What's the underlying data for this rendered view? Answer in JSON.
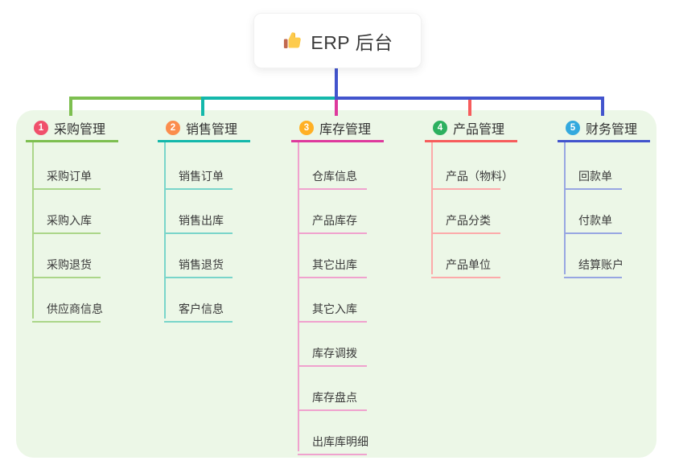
{
  "root": {
    "title": "ERP 后台",
    "icon": "thumbs-up-icon"
  },
  "theme": {
    "canvas_background": "#ffffff",
    "panel_background": "#ecf7e7",
    "trunk_color": "#4254cd",
    "text_color": "#3a3a3a"
  },
  "branches": [
    {
      "index": "1",
      "label": "采购管理",
      "badge_color": "#f0506b",
      "line_color": "#7dbf50",
      "child_line_color": "#abd689",
      "children": [
        "采购订单",
        "采购入库",
        "采购退货",
        "供应商信息"
      ]
    },
    {
      "index": "2",
      "label": "销售管理",
      "badge_color": "#fb8d4d",
      "line_color": "#14b8ab",
      "child_line_color": "#79d5ca",
      "children": [
        "销售订单",
        "销售出库",
        "销售退货",
        "客户信息"
      ]
    },
    {
      "index": "3",
      "label": "库存管理",
      "badge_color": "#ffb024",
      "line_color": "#de3a9d",
      "child_line_color": "#f0a2ce",
      "children": [
        "仓库信息",
        "产品库存",
        "其它出库",
        "其它入库",
        "库存调拨",
        "库存盘点",
        "出库库明细"
      ]
    },
    {
      "index": "4",
      "label": "产品管理",
      "badge_color": "#2cb05f",
      "line_color": "#f75c5c",
      "child_line_color": "#fcaaaa",
      "children": [
        "产品（物料）",
        "产品分类",
        "产品单位"
      ]
    },
    {
      "index": "5",
      "label": "财务管理",
      "badge_color": "#33a9de",
      "line_color": "#4254cd",
      "child_line_color": "#97a6e2",
      "children": [
        "回款单",
        "付款单",
        "结算账户"
      ]
    }
  ]
}
